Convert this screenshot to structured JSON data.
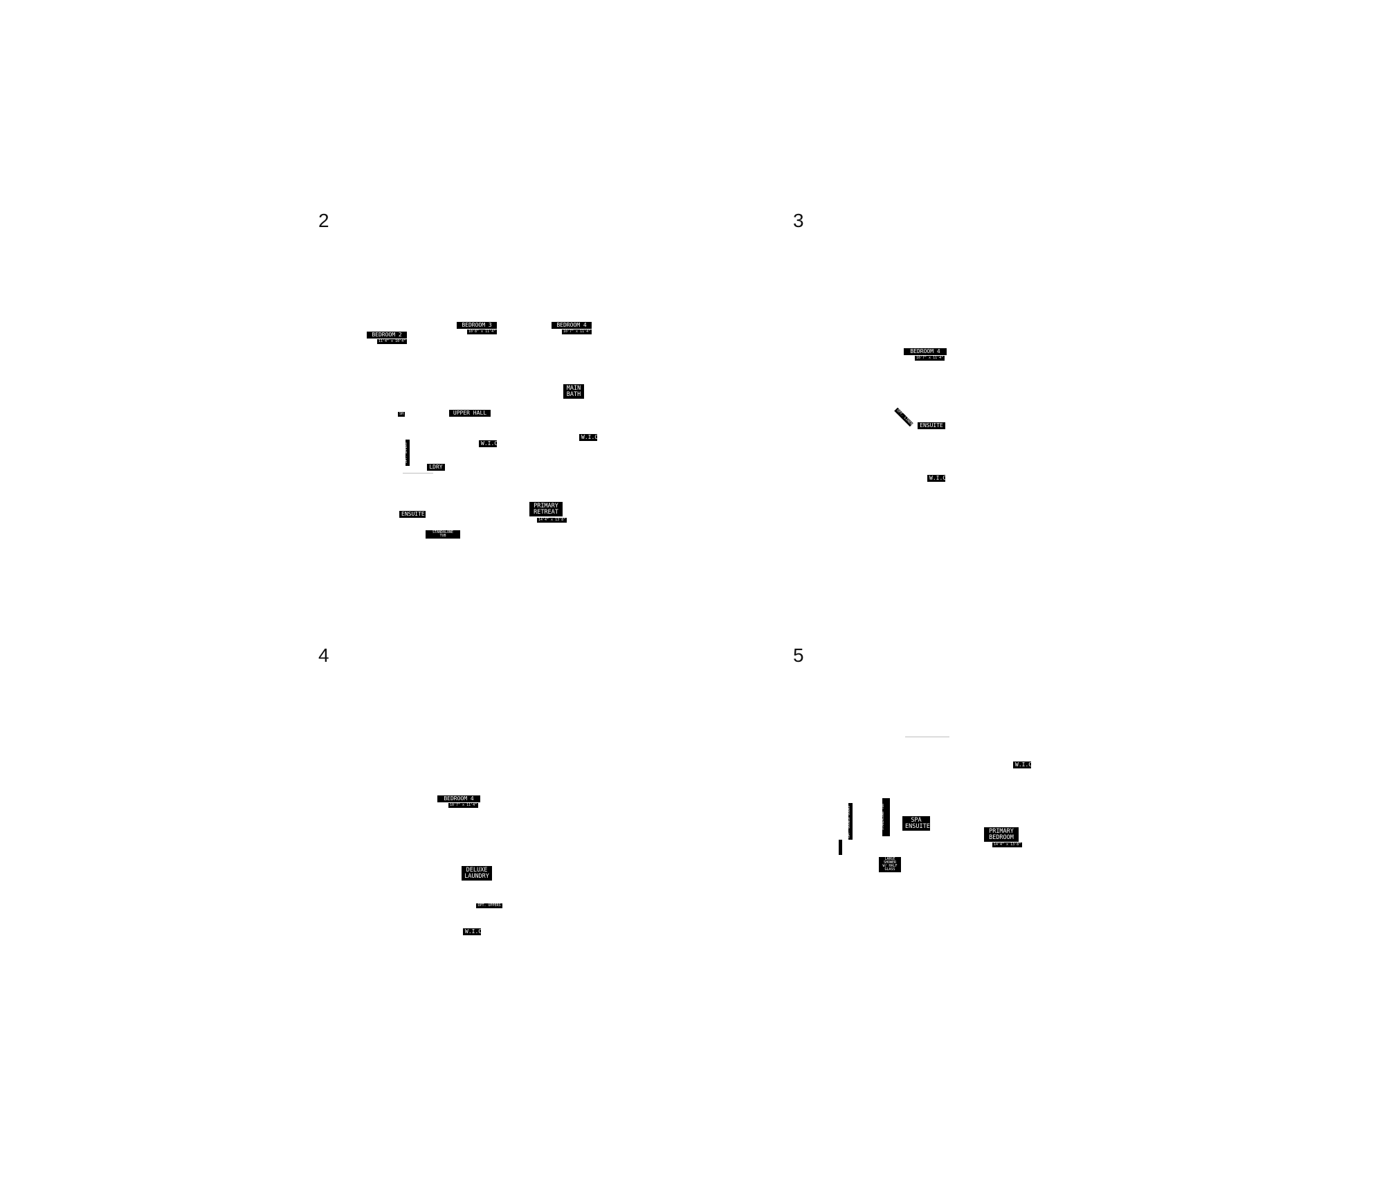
{
  "panels": [
    {
      "number": "2",
      "rooms": [
        {
          "name": "BEDROOM 2",
          "dims": "11'4\" x 10'4\""
        },
        {
          "name": "BEDROOM 3",
          "dims": "10'8\" x 11'4\""
        },
        {
          "name": "BEDROOM 4",
          "dims": "10'7\" x 11'4\""
        },
        {
          "name": "MAIN\nBATH"
        },
        {
          "name": "UPPER HALL"
        },
        {
          "name": "W.I.C."
        },
        {
          "name": "W.I.C."
        },
        {
          "name": "LDRY"
        },
        {
          "name": "ENSUITE"
        },
        {
          "name": "PRIMARY\nRETREAT",
          "dims": "14'4\" x 13'8\""
        }
      ],
      "tags": {
        "small": "SH",
        "vertical": "OPT. UPPERS",
        "tub": "STANDALONE\nTUB"
      }
    },
    {
      "number": "3",
      "rooms": [
        {
          "name": "BEDROOM 4",
          "dims": "10'7\" x 11'4\""
        },
        {
          "name": "ENSUITE"
        },
        {
          "name": "W.I.C."
        }
      ],
      "tags": {
        "diagonal": "OPT. LINEN"
      }
    },
    {
      "number": "4",
      "rooms": [
        {
          "name": "BEDROOM 4",
          "dims": "10'7\" x 11'4\""
        },
        {
          "name": "DELUXE\nLAUNDRY"
        },
        {
          "name": "W.I.C."
        }
      ],
      "tags": {
        "uppers": "OPT. UPPERS"
      }
    },
    {
      "number": "5",
      "rooms": [
        {
          "name": "SPA\nENSUITE"
        },
        {
          "name": "PRIMARY\nBEDROOM",
          "dims": "14'4\" x 13'8\""
        },
        {
          "name": "W.I.C."
        }
      ],
      "tags": {
        "vertical_a": "OPT. DOUBLE DOORS",
        "vertical_b": "STANDALONE\nTUB",
        "shower": "LARGE SHOWER\nW/ HALF\nGLASS"
      }
    }
  ]
}
